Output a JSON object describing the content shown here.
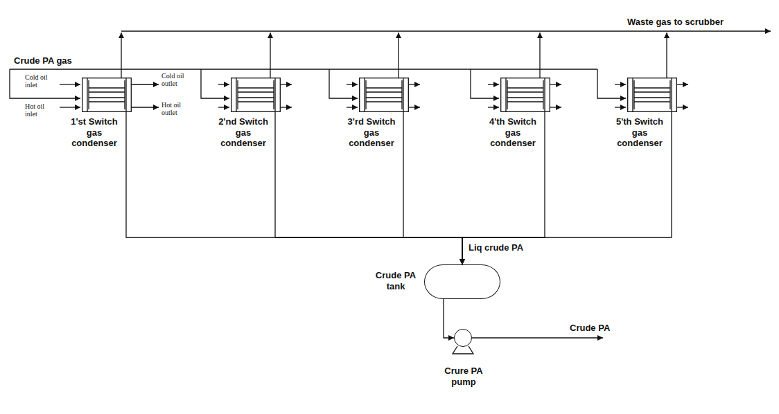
{
  "diagram": {
    "nodes": [
      {
        "text": [
          "1'st Switch gas condenser"
        ]
      },
      {
        "text": [
          "2'nd Switch gas condenser"
        ]
      },
      {
        "text": [
          "3'rd Switch gas condenser"
        ]
      },
      {
        "text": [
          "4'th Switch gas condenser"
        ]
      },
      {
        "text": [
          "5'th Switch gas condenser"
        ]
      },
      {
        "text": [
          "Crude PA tank"
        ]
      },
      {
        "text": [
          "Crure PA pump"
        ]
      }
    ],
    "edges": [
      {
        "from": 0,
        "to": 5,
        "arrow": "to"
      },
      {
        "from": 1,
        "to": 5,
        "arrow": "to"
      },
      {
        "from": 2,
        "to": 5,
        "arrow": "to"
      },
      {
        "from": 3,
        "to": 5,
        "arrow": "to"
      },
      {
        "from": 4,
        "to": 5,
        "arrow": "to"
      },
      {
        "from": 5,
        "to": 6,
        "arrow": "to"
      }
    ],
    "labels": [
      "Waste gas to scrubber",
      "Crude PA gas",
      "Cold oil inlet",
      "Cold oil outlet",
      "Hot oil inlet",
      "Hot oil outlet",
      "Liq crude PA",
      "Crude PA"
    ]
  }
}
